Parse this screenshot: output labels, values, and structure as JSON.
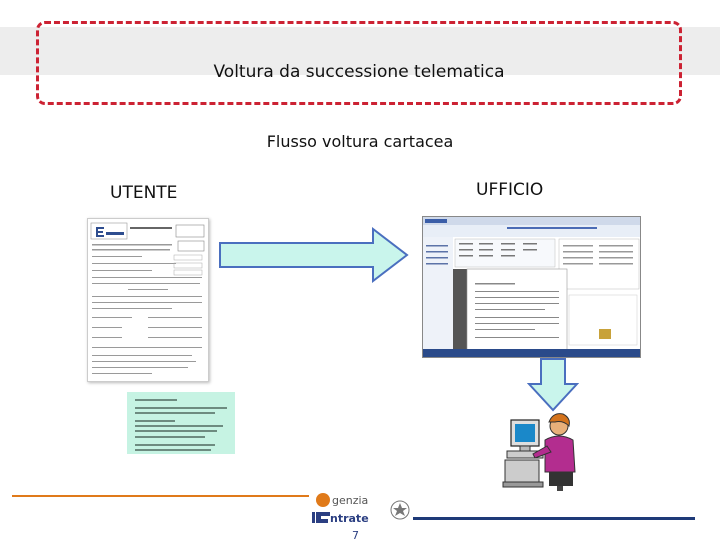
{
  "slide": {
    "title": "Voltura da successione telematica",
    "subtitle": "Flusso voltura cartacea",
    "label_left": "UTENTE",
    "label_right": "UFFICIO",
    "page_number": "7"
  },
  "logo": {
    "top_text": "genzia",
    "bottom_text": "ntrate"
  },
  "colors": {
    "title_border": "#cc2233",
    "arrow_fill": "#c9f5ec",
    "footer_orange": "#e07a1a",
    "footer_blue": "#1e3a78"
  }
}
